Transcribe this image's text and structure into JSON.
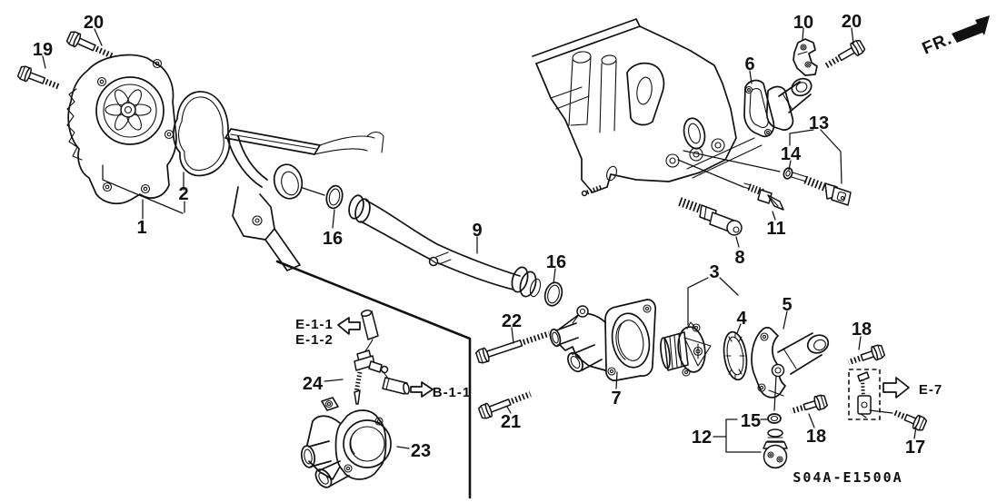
{
  "diagram": {
    "title_code": "S04A-E1500A",
    "front_label": "FR.",
    "ink_color": "#111111",
    "background_color": "#ffffff",
    "callouts": {
      "c1": "1",
      "c2": "2",
      "c3": "3",
      "c4": "4",
      "c5": "5",
      "c6": "6",
      "c7": "7",
      "c8": "8",
      "c9": "9",
      "c10": "10",
      "c11": "11",
      "c12": "12",
      "c13": "13",
      "c14": "14",
      "c15": "15",
      "c16": "16",
      "c17": "17",
      "c18": "18",
      "c19": "19",
      "c20": "20",
      "c21": "21",
      "c22": "22",
      "c23": "23",
      "c24": "24"
    },
    "refs": {
      "e11": "E-1-1",
      "e12": "E-1-2",
      "b11": "B-1-1",
      "e7": "E-7"
    }
  }
}
